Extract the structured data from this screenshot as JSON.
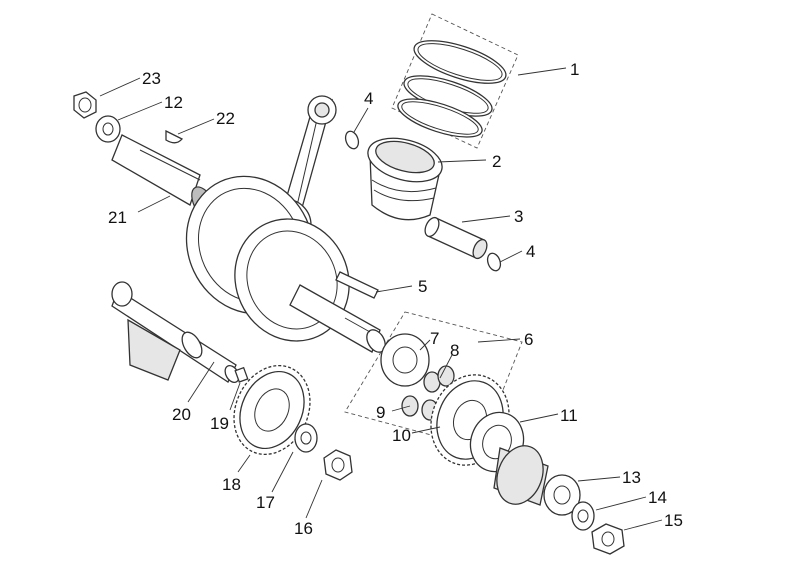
{
  "diagram": {
    "labels": {
      "p1": "1",
      "p2": "2",
      "p3": "3",
      "p4a": "4",
      "p4b": "4",
      "p5": "5",
      "p6": "6",
      "p7": "7",
      "p8": "8",
      "p9": "9",
      "p10": "10",
      "p11": "11",
      "p12": "12",
      "p13": "13",
      "p14": "14",
      "p15": "15",
      "p16": "16",
      "p17": "17",
      "p18": "18",
      "p19": "19",
      "p20": "20",
      "p21": "21",
      "p22": "22",
      "p23": "23"
    }
  }
}
